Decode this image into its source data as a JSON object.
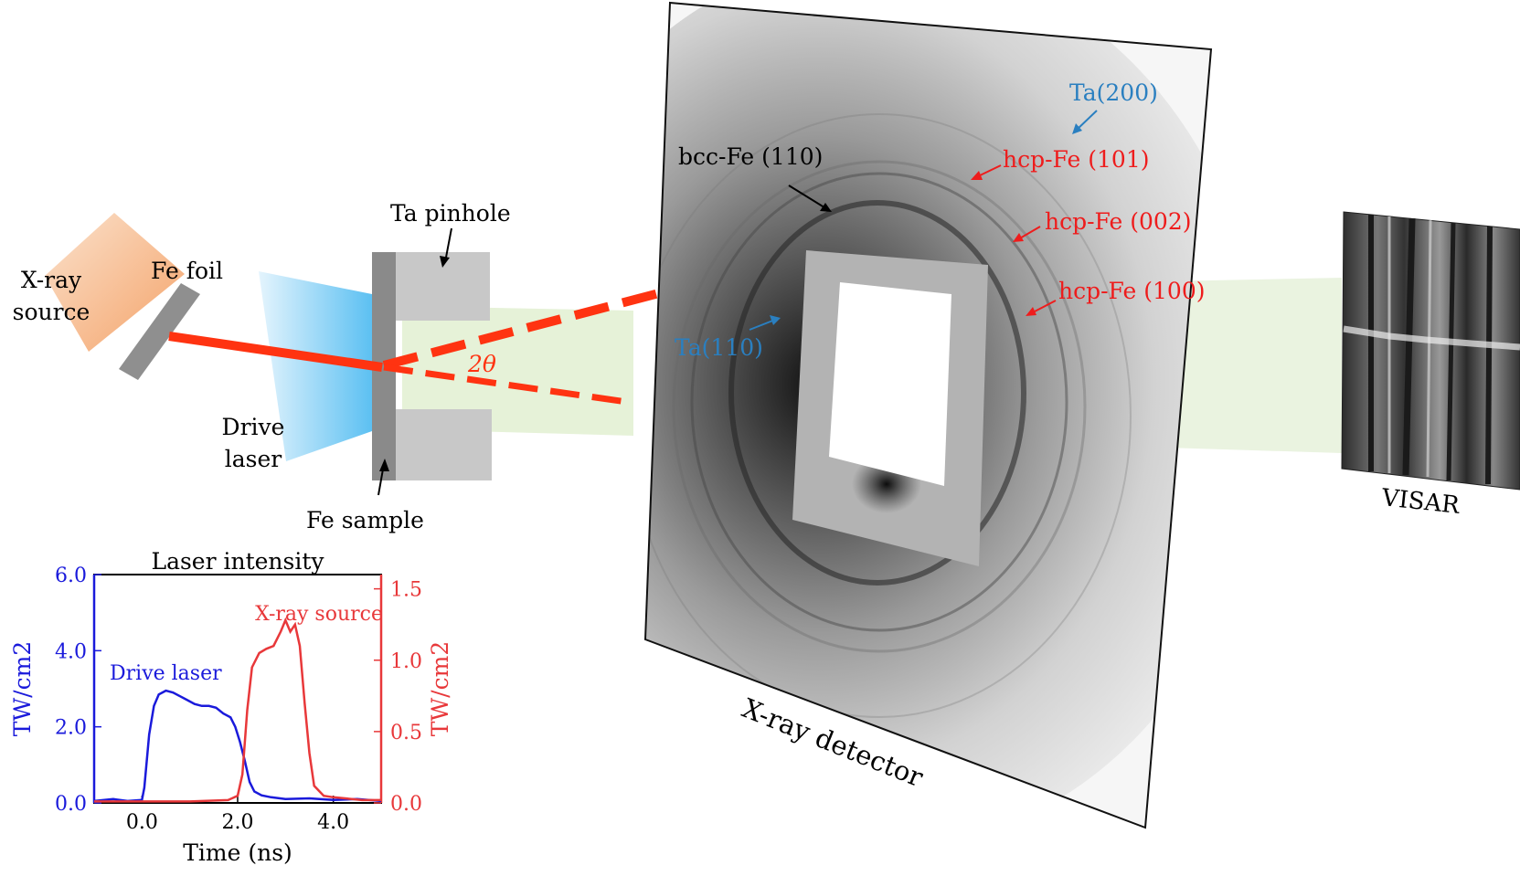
{
  "labels": {
    "xray_source_l1": "X-ray",
    "xray_source_l2": "source",
    "fe_foil": "Fe foil",
    "ta_pinhole": "Ta pinhole",
    "drive_laser_l1": "Drive",
    "drive_laser_l2": "laser",
    "fe_sample": "Fe sample",
    "two_theta": "2θ",
    "detector": "X-ray detector",
    "visar": "VISAR"
  },
  "peaks": {
    "ta200": "Ta(200)",
    "bcc110": "bcc-Fe (110)",
    "hcp101": "hcp-Fe (101)",
    "hcp002": "hcp-Fe (002)",
    "hcp100": "hcp-Fe (100)",
    "ta110": "Ta(110)"
  },
  "colors": {
    "beam": "#ff3311",
    "ta_label": "#2a7fc0",
    "hcp_label": "#ee1c1c",
    "drive": "#1a1adb",
    "xray": "#e8383a",
    "probe_green": "#e6f2d8",
    "laser_blue": "#6cc3f2",
    "source_orange": "#f6a86a"
  },
  "chart_data": {
    "type": "line",
    "title": "Laser intensity",
    "xlabel": "Time (ns)",
    "ylabel_left": "TW/cm2",
    "ylabel_right": "TW/cm2",
    "xlim": [
      -1.0,
      5.0
    ],
    "ylim_left": [
      0,
      6.0
    ],
    "ylim_right": [
      0,
      1.6
    ],
    "xticks": [
      "0.0",
      "2.0",
      "4.0"
    ],
    "yticks_left": [
      "0.0",
      "2.0",
      "4.0",
      "6.0"
    ],
    "yticks_right": [
      "0.0",
      "0.5",
      "1.0",
      "1.5"
    ],
    "series": [
      {
        "name": "Drive laser",
        "axis": "left",
        "x": [
          -1.0,
          -0.6,
          -0.3,
          0.0,
          0.05,
          0.15,
          0.25,
          0.35,
          0.5,
          0.65,
          0.8,
          0.95,
          1.1,
          1.25,
          1.4,
          1.55,
          1.7,
          1.85,
          1.95,
          2.05,
          2.15,
          2.25,
          2.35,
          2.5,
          2.7,
          3.0,
          3.5,
          4.0,
          4.5,
          5.0
        ],
        "y": [
          0.05,
          0.1,
          0.05,
          0.08,
          0.4,
          1.8,
          2.55,
          2.85,
          2.95,
          2.9,
          2.8,
          2.7,
          2.6,
          2.55,
          2.55,
          2.5,
          2.35,
          2.25,
          2.0,
          1.6,
          1.1,
          0.55,
          0.3,
          0.2,
          0.15,
          0.1,
          0.12,
          0.08,
          0.1,
          0.05
        ]
      },
      {
        "name": "X-ray source",
        "axis": "right",
        "x": [
          -1.0,
          0.0,
          1.0,
          1.8,
          2.0,
          2.1,
          2.2,
          2.3,
          2.45,
          2.6,
          2.75,
          2.9,
          3.0,
          3.1,
          3.2,
          3.3,
          3.4,
          3.5,
          3.6,
          3.8,
          4.0,
          4.3,
          4.6,
          5.0
        ],
        "y": [
          0.01,
          0.01,
          0.01,
          0.02,
          0.05,
          0.2,
          0.65,
          0.95,
          1.05,
          1.08,
          1.1,
          1.2,
          1.28,
          1.2,
          1.25,
          1.1,
          0.7,
          0.35,
          0.12,
          0.05,
          0.04,
          0.03,
          0.02,
          0.02
        ]
      }
    ]
  }
}
